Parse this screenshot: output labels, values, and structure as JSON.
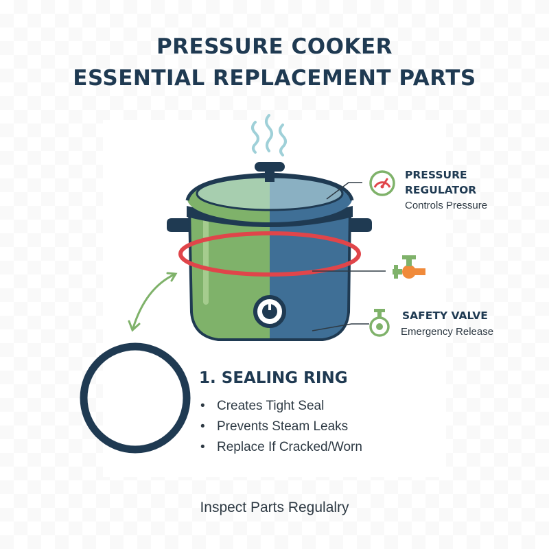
{
  "title": {
    "line1": "PRESSURE COOKER",
    "line2": "ESSENTIAL REPLACEMENT PARTS"
  },
  "callouts": {
    "pressure_regulator": {
      "title_line1": "PRESSURE",
      "title_line2": "REGULATOR",
      "subtitle": "Controls Pressure",
      "icon": "gauge-icon"
    },
    "valve_middle": {
      "icon": "valve-icon"
    },
    "safety_valve": {
      "title": "SAFETY VALVE",
      "subtitle": "Emergency Release",
      "icon": "safety-valve-icon"
    }
  },
  "sealing_ring": {
    "title": "1. SEALING RING",
    "bullets": [
      "Creates Tight Seal",
      "Prevents Steam Leaks",
      "Replace If Cracked/Worn"
    ]
  },
  "footer": "Inspect Parts Regulalry",
  "colors": {
    "navy": "#1f3a52",
    "green": "#7fb26a",
    "blue": "#3f6f96",
    "red": "#e0454a",
    "orange": "#f08a3a",
    "steam": "#9fd0d8"
  }
}
